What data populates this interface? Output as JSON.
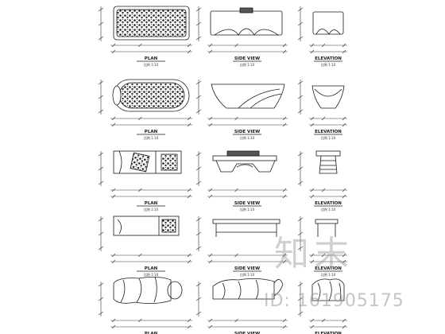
{
  "labels": {
    "plan": "PLAN",
    "side_view": "SIDE VIEW",
    "elevation": "ELEVATION",
    "sub_caption": "比例 1:10"
  },
  "rows": [
    {
      "name": "bathtub-rect"
    },
    {
      "name": "bathtub-oval"
    },
    {
      "name": "bed-tufted"
    },
    {
      "name": "bench-table"
    },
    {
      "name": "bed-draped"
    }
  ],
  "watermark": {
    "logo_text": "知末",
    "id_text": "ID: 161905175"
  },
  "colors": {
    "ink": "#1a1a1a",
    "dimension": "#333333",
    "fill": "#555555",
    "watermark": "#969696"
  }
}
